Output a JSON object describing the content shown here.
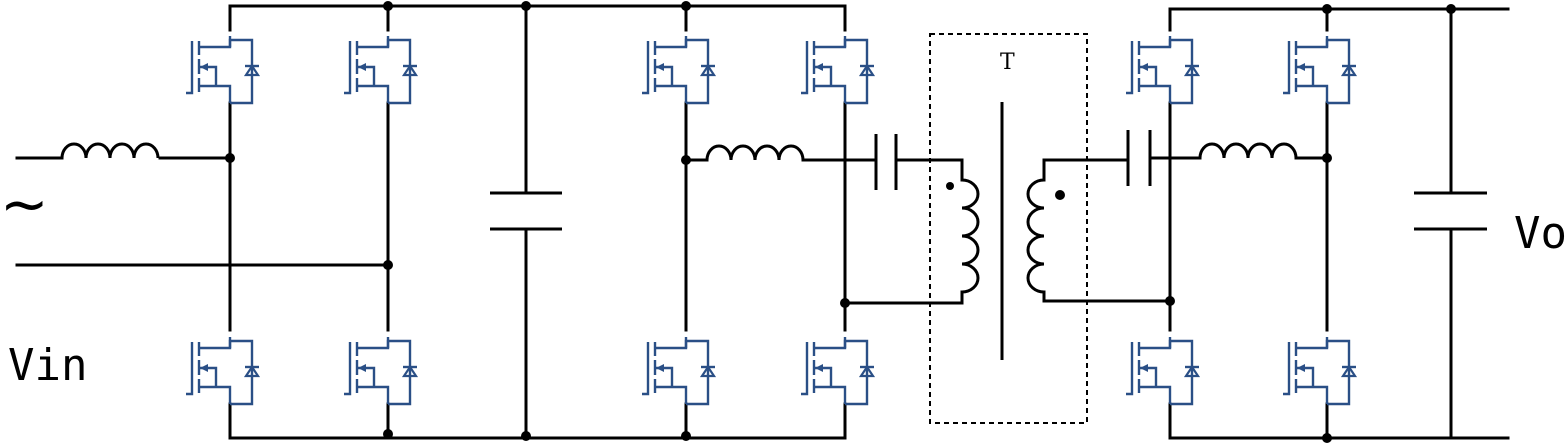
{
  "labels": {
    "input_voltage": "Vin",
    "output_voltage": "Vo",
    "transformer": "T",
    "ac_source_symbol": "~"
  },
  "colors": {
    "wire": "#000000",
    "switch": "#2a4f86",
    "background": "#ffffff"
  },
  "components": {
    "switch_icon": "mosfet-with-body-diode-icon",
    "inductor_icon": "inductor-icon",
    "capacitor_icon": "capacitor-icon",
    "transformer_icon": "transformer-icon"
  }
}
